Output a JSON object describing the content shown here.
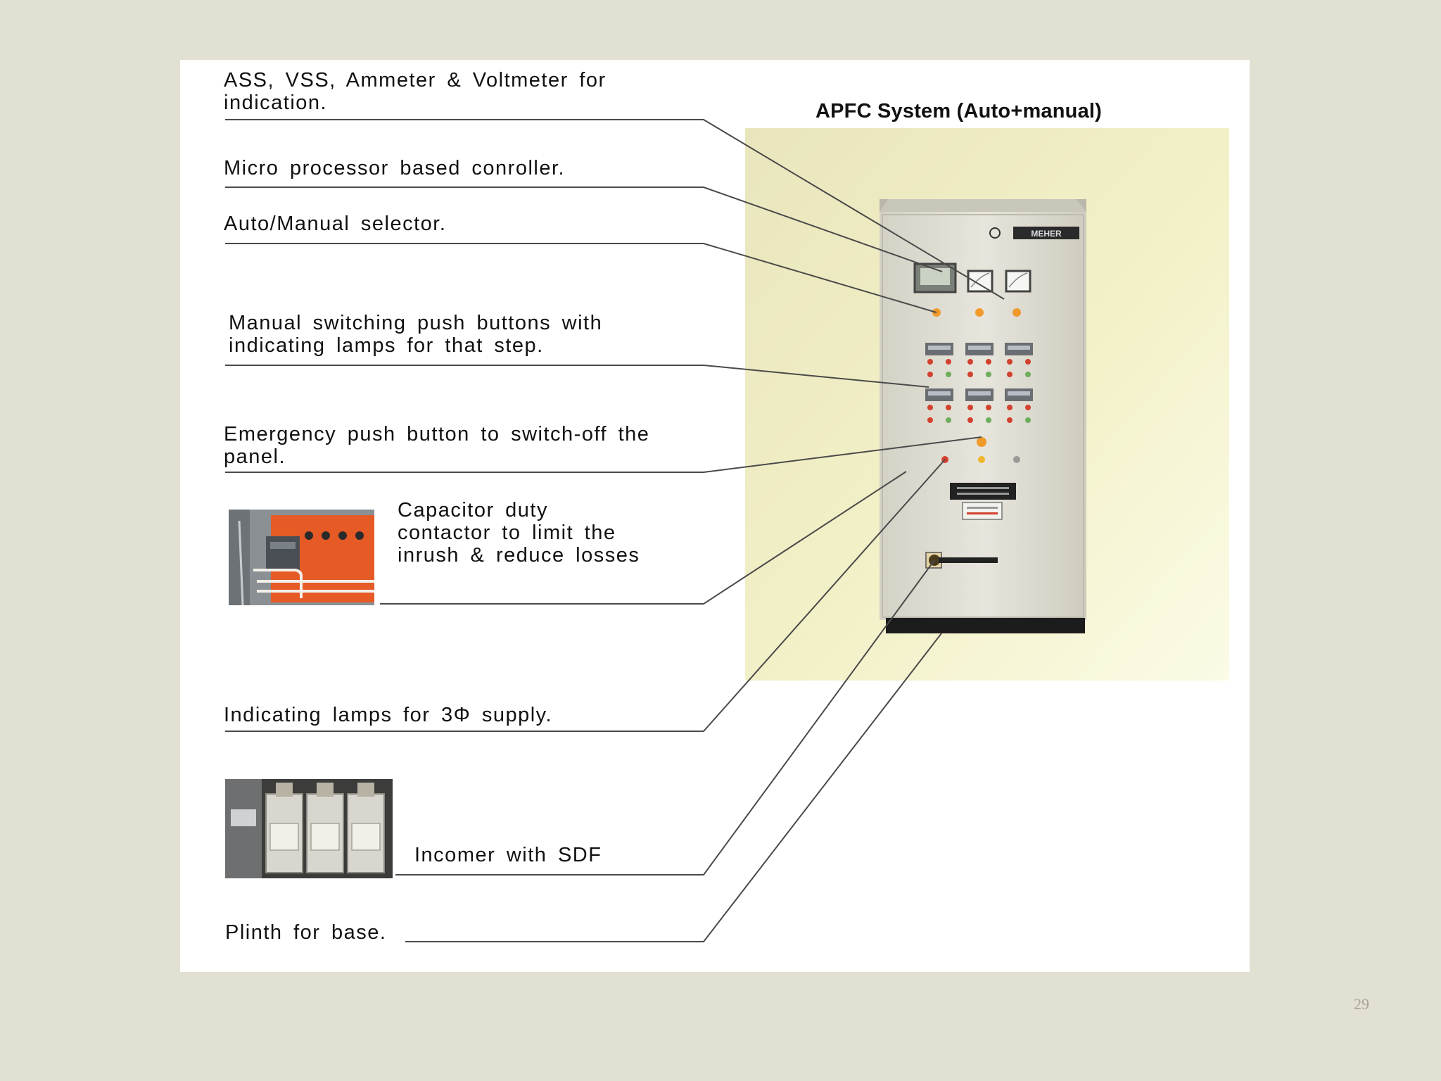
{
  "title": "APFC System (Auto+manual)",
  "page_number": "29",
  "brand": "MEHER",
  "callouts": [
    {
      "id": "meters",
      "lines": [
        "ASS, VSS, Ammeter & Voltmeter for",
        "indication."
      ]
    },
    {
      "id": "controller",
      "lines": [
        "Micro processor based conroller."
      ]
    },
    {
      "id": "selector",
      "lines": [
        "Auto/Manual selector."
      ]
    },
    {
      "id": "pushbuttons",
      "lines": [
        "Manual switching push buttons with",
        "indicating lamps for that step."
      ]
    },
    {
      "id": "emergency",
      "lines": [
        "Emergency push button to switch-off the",
        "panel."
      ]
    },
    {
      "id": "contactor",
      "lines": [
        "Capacitor duty",
        "contactor to limit the",
        "inrush & reduce losses"
      ]
    },
    {
      "id": "lamps",
      "lines": [
        "Indicating lamps for 3Φ supply."
      ]
    },
    {
      "id": "incomer",
      "lines": [
        "Incomer with SDF"
      ]
    },
    {
      "id": "plinth",
      "lines": [
        "Plinth for base."
      ]
    }
  ],
  "colors": {
    "slide_bg": "#e2dfd3",
    "panel_body": "#e4e2d8",
    "plinth": "#1c1c1c",
    "lamp_red": "#d2412e",
    "lamp_orange": "#f09a2c",
    "lamp_green": "#6cae5c",
    "contactor_orange": "#e65a26"
  }
}
